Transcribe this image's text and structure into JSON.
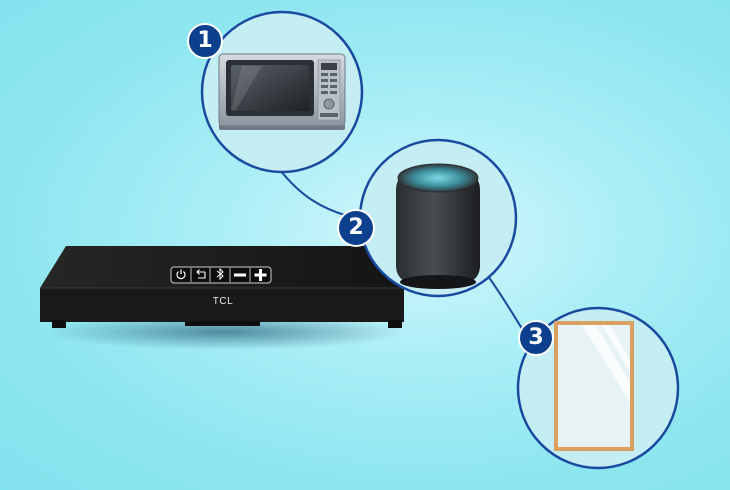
{
  "device": {
    "brand_label": "TCL",
    "control_icons": [
      "power-icon",
      "back-icon",
      "bluetooth-icon",
      "minus-icon",
      "plus-icon"
    ]
  },
  "interference_sources": [
    {
      "number": "1",
      "object": "microwave-oven"
    },
    {
      "number": "2",
      "object": "smart-speaker"
    },
    {
      "number": "3",
      "object": "glass-mirror"
    }
  ],
  "colors": {
    "background": "#8de6f0",
    "badge": "#0c3f8c",
    "callout_ring": "#1a4aa0",
    "device_body": "#1c1c1c",
    "frame": "#d59a50"
  }
}
